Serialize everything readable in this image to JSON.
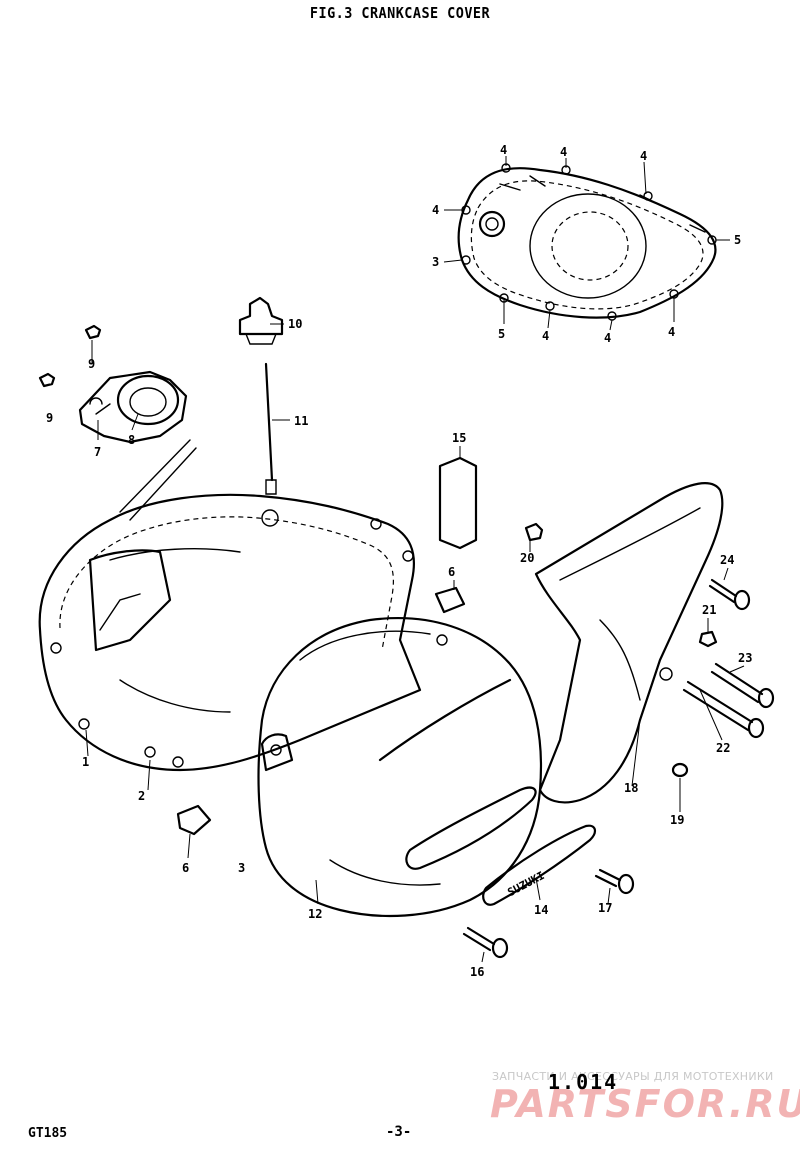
{
  "header": {
    "title": "FIG.3  CRANKCASE COVER"
  },
  "footer": {
    "model": "GT185",
    "page_number": "-3-",
    "code": "1.014"
  },
  "watermark": {
    "line1": "ЗАПЧАСТИ И АКСЕССУАРЫ ДЛЯ МОТОТЕХНИКИ",
    "line2": "PARTSFOR.RU"
  },
  "callouts": {
    "c1": "1",
    "c2": "2",
    "c3": "3",
    "c3b": "3",
    "c4a": "4",
    "c4b": "4",
    "c4c": "4",
    "c4d": "4",
    "c4e": "4",
    "c4f": "4",
    "c4g": "4",
    "c5a": "5",
    "c5b": "5",
    "c6a": "6",
    "c6b": "6",
    "c7": "7",
    "c8": "8",
    "c9a": "9",
    "c9b": "9",
    "c10": "10",
    "c11": "11",
    "c12": "12",
    "c14": "14",
    "c15": "15",
    "c16": "16",
    "c17": "17",
    "c18": "18",
    "c19": "19",
    "c20": "20",
    "c21": "21",
    "c22": "22",
    "c23": "23",
    "c24": "24"
  },
  "emblem_text": "SUZUKI"
}
